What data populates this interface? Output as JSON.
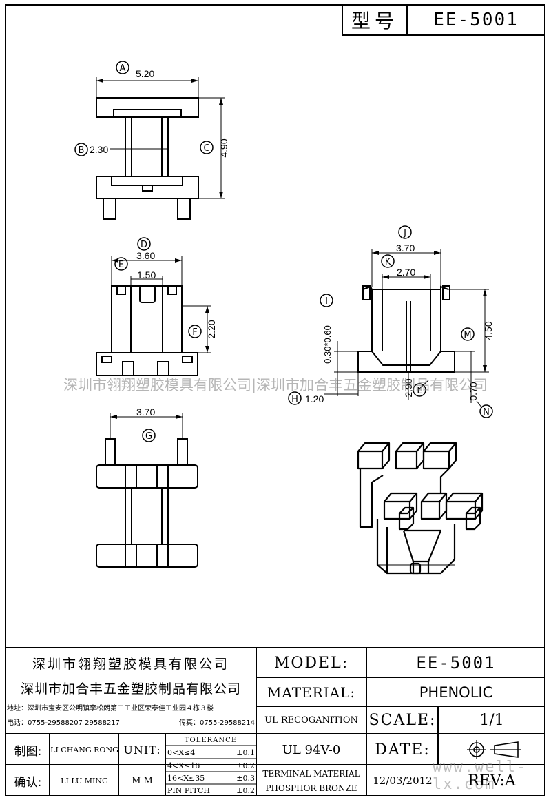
{
  "header": {
    "model_label": "型号",
    "model_value": "EE-5001"
  },
  "dimensions": {
    "A": "A",
    "A_value": "5.20",
    "B": "B",
    "B_value": "2.30",
    "C": "C",
    "C_value": "4.90",
    "D": "D",
    "D_value": "3.60",
    "E": "E",
    "E_value": "1.50",
    "F": "F",
    "F_value": "2.20",
    "G": "G",
    "G_value": "3.70",
    "H": "H",
    "H_value": "1.20",
    "I": "I",
    "I_value": "0.30*0.60",
    "J": "J",
    "J_value": "3.70",
    "K": "K",
    "K_value": "2.70",
    "L": "L",
    "L_value": "2.90",
    "M": "M",
    "M_value": "4.50",
    "N": "N",
    "N_value": "0.70"
  },
  "watermark": {
    "text": "深圳市翎翔塑胶模具有限公司|深圳市加合丰五金塑胶制品有限公司",
    "site": "www.well-lx.com"
  },
  "title_block": {
    "company1": "深圳市翎翔塑胶模具有限公司",
    "company2": "深圳市加合丰五金塑胶制品有限公司",
    "address": "地址：深圳市宝安区公明镇李松朗第二工业区荣泰佳工业园４栋３楼",
    "phone": "电话：0755-29588207  29588217",
    "fax": "传真：0755-29588214",
    "model_label": "MODEL:",
    "model_value": "EE-5001",
    "material_label": "MATERIAL:",
    "material_value": "PHENOLIC",
    "ul_label": "UL RECOGANITION",
    "scale_label": "SCALE:",
    "scale_value": "1/1",
    "ul_value": "UL 94V-0",
    "date_label": "DATE:",
    "terminal_line1": "TERMINAL MATERIAL",
    "terminal_line2": "PHOSPHOR  BRONZE",
    "date_value": "12/03/2012",
    "rev_label": "REV:A",
    "drawn_label": "制图:",
    "drawn_value": "LI CHANG RONG",
    "check_label": "确认:",
    "check_value": "LI LU MING",
    "unit_label": "UNIT:",
    "unit_value": "M M",
    "tolerance_title": "TOLERANCE",
    "tolerance": [
      {
        "range": "0<X≤4",
        "value": "±0.1"
      },
      {
        "range": "4<X≤16",
        "value": "±0.2"
      },
      {
        "range": "16<X≤35",
        "value": "±0.3"
      },
      {
        "range": "PIN PITCH",
        "value": "±0.2"
      }
    ]
  }
}
